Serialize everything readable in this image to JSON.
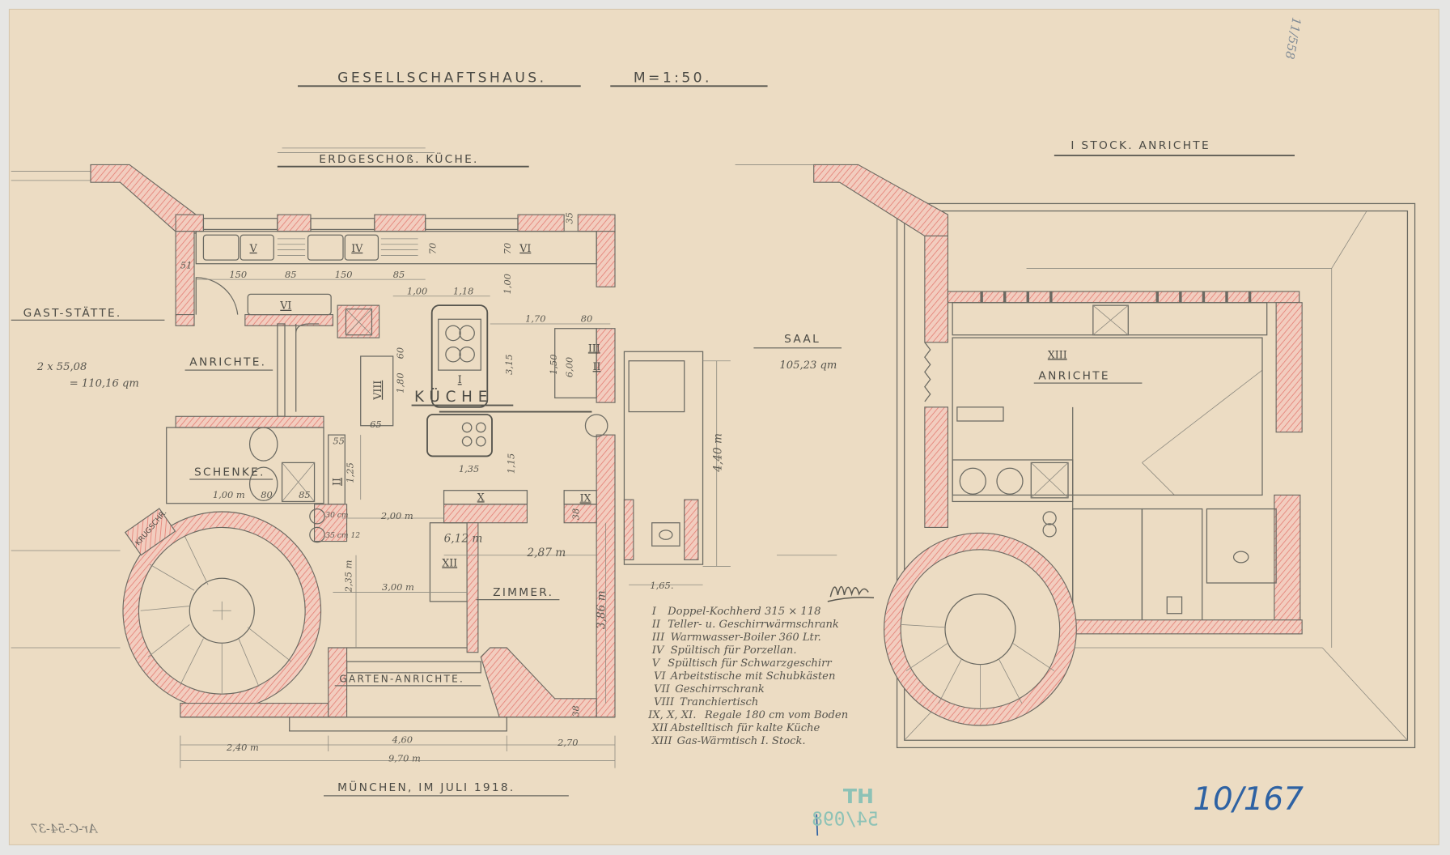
{
  "sheet": {
    "title": "GESELLSCHAFTSHAUS.",
    "scale": "M=1:50.",
    "place_date": "MÜNCHEN, IM JULI 1918."
  },
  "gaststaette": {
    "label": "GAST-STÄTTE.",
    "area_calc": "2 x 55,08",
    "area_total": "= 110,16 qm"
  },
  "saal": {
    "label": "SAAL",
    "area": "105,23 qm"
  },
  "left_plan": {
    "title": "ERDGESCHOß.  KÜCHE.",
    "rooms": {
      "anrichte": "ANRICHTE.",
      "kueche": "KÜCHE",
      "schenke": "SCHENKE.",
      "zimmer": "ZIMMER.",
      "garten_anrichte": "GARTEN-ANRICHTE.",
      "krugschrank": "KRUGSCHR."
    },
    "marks": [
      "V",
      "IV",
      "VI",
      "VI",
      "VIII",
      "I",
      "III",
      "II",
      "II",
      "X",
      "IX",
      "XII"
    ],
    "dimensions": [
      "51",
      "150",
      "85",
      "150",
      "85",
      "70",
      "70",
      "35",
      "1,00",
      "1,18",
      "1,00",
      "1,70",
      "80",
      "60",
      "1,80",
      "3,15",
      "1,50",
      "6,00",
      "65",
      "55",
      "1,25",
      "1,35",
      "1,15",
      "1,00 m",
      "80",
      "85",
      "30 cm",
      "2,00 m",
      "35 cm 12",
      "6,12 m",
      "2,87 m",
      "2,35 m",
      "3,00 m",
      "3,86 m",
      "4,40 m",
      "1,65.",
      "38",
      "38",
      "2,40 m",
      "4,60",
      "2,70",
      "9,70 m"
    ]
  },
  "right_plan": {
    "title": "I STOCK.  ANRICHTE",
    "rooms": {
      "anrichte": "ANRICHTE"
    },
    "marks": [
      "XIII"
    ]
  },
  "legend": [
    {
      "num": "I",
      "text": "Doppel-Kochherd 315 × 118"
    },
    {
      "num": "II",
      "text": "Teller- u. Geschirrwärmschrank"
    },
    {
      "num": "III",
      "text": "Warmwasser-Boiler 360 Ltr."
    },
    {
      "num": "IV",
      "text": "Spültisch für Porzellan."
    },
    {
      "num": "V",
      "text": "Spültisch für Schwarzgeschirr"
    },
    {
      "num": "VI",
      "text": "Arbeitstische mit Schubkästen"
    },
    {
      "num": "VII",
      "text": "Geschirrschrank"
    },
    {
      "num": "VIII",
      "text": "Tranchiertisch"
    },
    {
      "num": "IX, X, XI.",
      "text": "Regale 180 cm vom Boden"
    },
    {
      "num": "XII",
      "text": "Abstelltisch für kalte Küche"
    },
    {
      "num": "XIII",
      "text": "Gas-Wärmtisch I. Stock."
    }
  ],
  "annotations": {
    "archive_number": "10/167",
    "stamp_letters": "HT",
    "stamp_number": "54/098",
    "catalog_number": "Ar-C-54-37",
    "corner_note": "11/558"
  },
  "colors": {
    "paper": "#ecdcc3",
    "pencil": "#5a5850",
    "wall_hatch": "#e6877c",
    "archive_blue": "#2e62a3",
    "stamp_teal": "#8dc2b6"
  }
}
